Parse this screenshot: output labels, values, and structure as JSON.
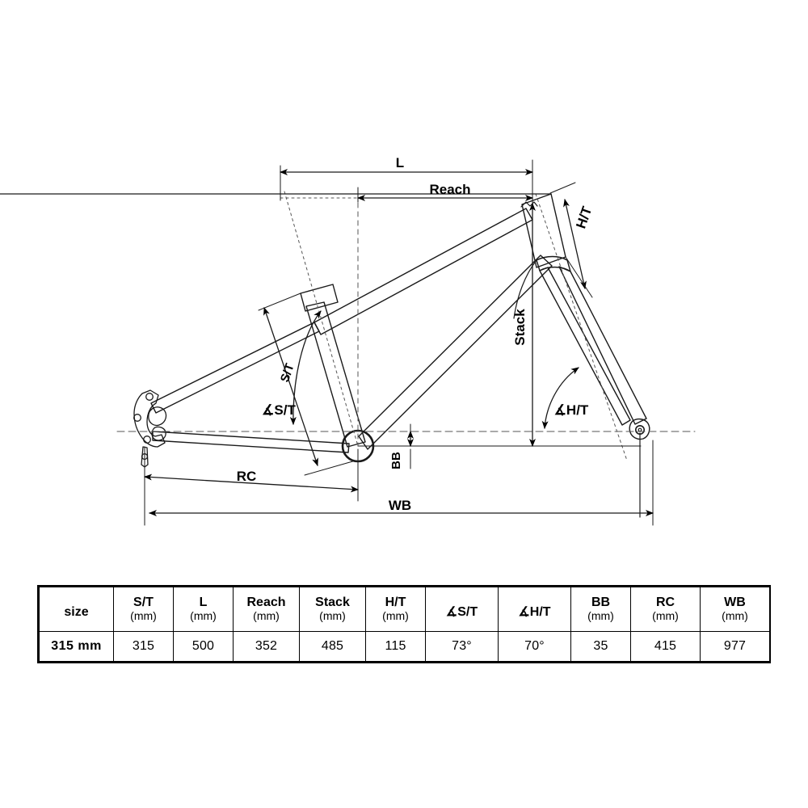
{
  "diagram": {
    "title": "bicycle-frame-geometry",
    "dimension_labels": {
      "length": "L",
      "reach": "Reach",
      "stack": "Stack",
      "head_tube": "H/T",
      "seat_tube": "S/T",
      "seat_tube_angle": "∡S/T",
      "head_tube_angle": "∡H/T",
      "bottom_bracket_drop": "BB",
      "rear_center": "RC",
      "wheelbase": "WB"
    },
    "line_color": "#1a1a1a",
    "background": "#ffffff"
  },
  "table": {
    "columns": [
      {
        "label": "size",
        "unit": ""
      },
      {
        "label": "S/T",
        "unit": "(mm)"
      },
      {
        "label": "L",
        "unit": "(mm)"
      },
      {
        "label": "Reach",
        "unit": "(mm)"
      },
      {
        "label": "Stack",
        "unit": "(mm)"
      },
      {
        "label": "H/T",
        "unit": "(mm)"
      },
      {
        "label": "∡S/T",
        "unit": ""
      },
      {
        "label": "∡H/T",
        "unit": ""
      },
      {
        "label": "BB",
        "unit": "(mm)"
      },
      {
        "label": "RC",
        "unit": "(mm)"
      },
      {
        "label": "WB",
        "unit": "(mm)"
      }
    ],
    "rows": [
      {
        "size": "315 mm",
        "st": "315",
        "l": "500",
        "reach": "352",
        "stack": "485",
        "ht": "115",
        "st_angle": "73°",
        "ht_angle": "70°",
        "bb": "35",
        "rc": "415",
        "wb": "977"
      }
    ]
  },
  "chart_data": {
    "type": "table",
    "title": "Frame geometry chart",
    "categories": [
      "size",
      "S/T (mm)",
      "L (mm)",
      "Reach (mm)",
      "Stack (mm)",
      "H/T (mm)",
      "∡S/T",
      "∡H/T",
      "BB (mm)",
      "RC (mm)",
      "WB (mm)"
    ],
    "values": [
      "315 mm",
      315,
      500,
      352,
      485,
      115,
      "73°",
      "70°",
      35,
      415,
      977
    ]
  }
}
